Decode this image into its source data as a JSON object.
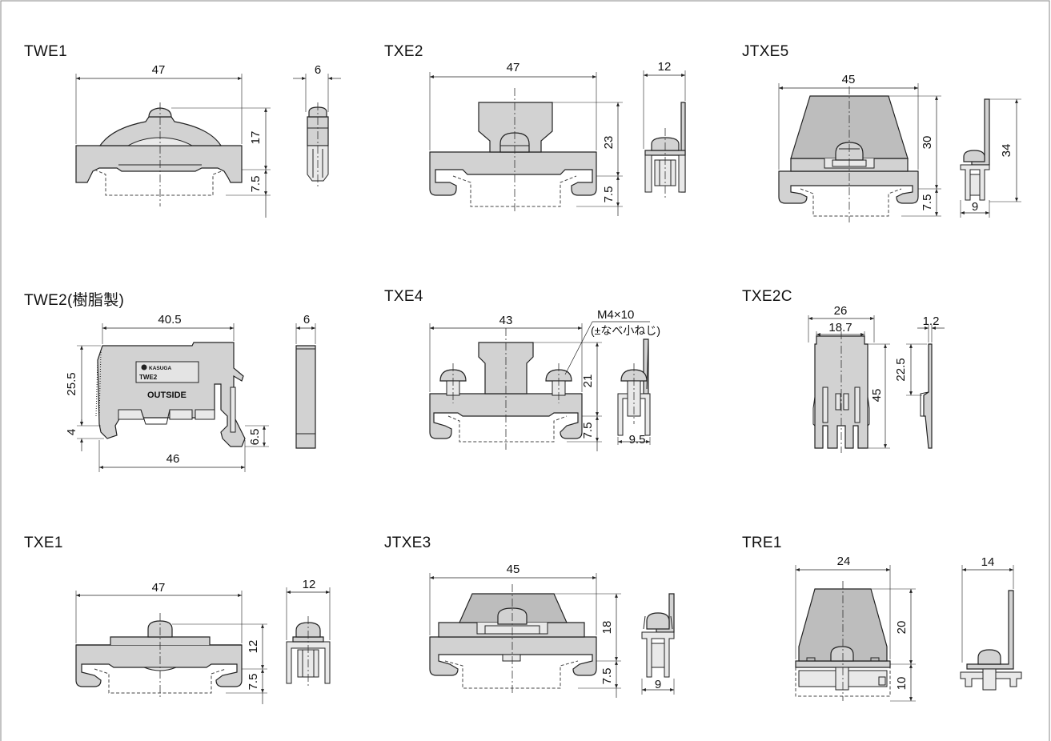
{
  "sheet": {
    "titles": {
      "twe1": "TWE1",
      "txe2": "TXE2",
      "jtxe5": "JTXE5",
      "twe2": "TWE2(樹脂製)",
      "txe4": "TXE4",
      "txe2c": "TXE2C",
      "txe1": "TXE1",
      "jtxe3": "JTXE3",
      "tre1": "TRE1"
    },
    "dims": {
      "twe1": {
        "width": "47",
        "side": "6",
        "height": "17",
        "rail": "7.5"
      },
      "txe2": {
        "width": "47",
        "side": "12",
        "height": "23",
        "rail": "7.5"
      },
      "jtxe5": {
        "width": "45",
        "height": "30",
        "side_h": "34",
        "rail": "7.5",
        "side_w": "9"
      },
      "twe2": {
        "width": "40.5",
        "side": "6",
        "height": "25.5",
        "foot": "4",
        "bottom": "46",
        "hook": "6.5",
        "logo": "KASUGA",
        "model": "TWE2",
        "marking": "OUTSIDE"
      },
      "txe4": {
        "width": "43",
        "screw": "M4×10",
        "screw_note": "(±なべ小ねじ)",
        "height": "21",
        "rail": "7.5",
        "side_w": "9.5"
      },
      "txe2c": {
        "width": "26",
        "inner": "18.7",
        "thick": "1.2",
        "height": "45",
        "side_h": "22.5"
      },
      "txe1": {
        "width": "47",
        "side": "12",
        "height": "12",
        "rail": "7.5"
      },
      "jtxe3": {
        "width": "45",
        "height": "18",
        "rail": "7.5",
        "side_w": "9"
      },
      "tre1": {
        "width": "24",
        "side": "14",
        "height": "20",
        "rail": "10"
      }
    }
  }
}
